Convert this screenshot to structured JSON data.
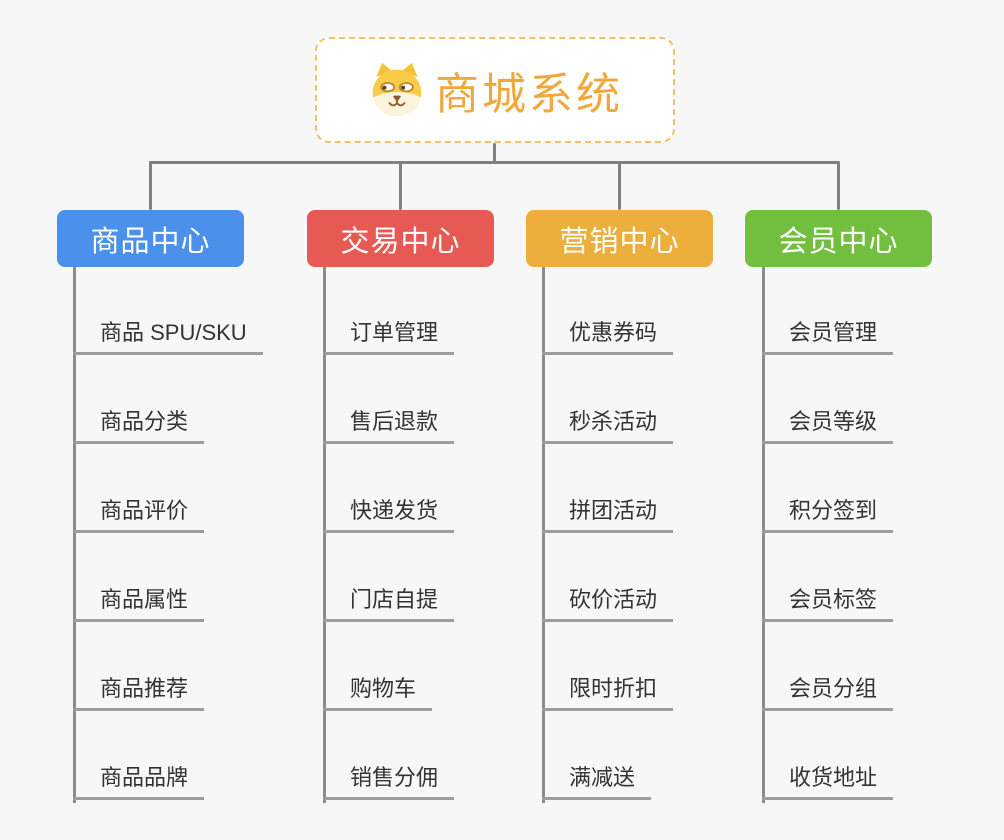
{
  "root": {
    "title": "商城系统",
    "icon": "dog-icon"
  },
  "branches": [
    {
      "label": "商品中心",
      "color": "#4b90ea",
      "children": [
        "商品 SPU/SKU",
        "商品分类",
        "商品评价",
        "商品属性",
        "商品推荐",
        "商品品牌"
      ]
    },
    {
      "label": "交易中心",
      "color": "#e75a54",
      "children": [
        "订单管理",
        "售后退款",
        "快递发货",
        "门店自提",
        "购物车",
        "销售分佣"
      ]
    },
    {
      "label": "营销中心",
      "color": "#edaf3b",
      "children": [
        "优惠券码",
        "秒杀活动",
        "拼团活动",
        "砍价活动",
        "限时折扣",
        "满减送"
      ]
    },
    {
      "label": "会员中心",
      "color": "#72bf40",
      "children": [
        "会员管理",
        "会员等级",
        "积分签到",
        "会员标签",
        "会员分组",
        "收货地址"
      ]
    }
  ],
  "colors": {
    "background": "#f7f7f7",
    "root_text": "#f0a83c",
    "root_border": "#f3c06a",
    "connector": "#808080",
    "trunk_line": "#8c8c8c",
    "leaf_line": "#9d9d9d",
    "leaf_text": "#333333"
  }
}
